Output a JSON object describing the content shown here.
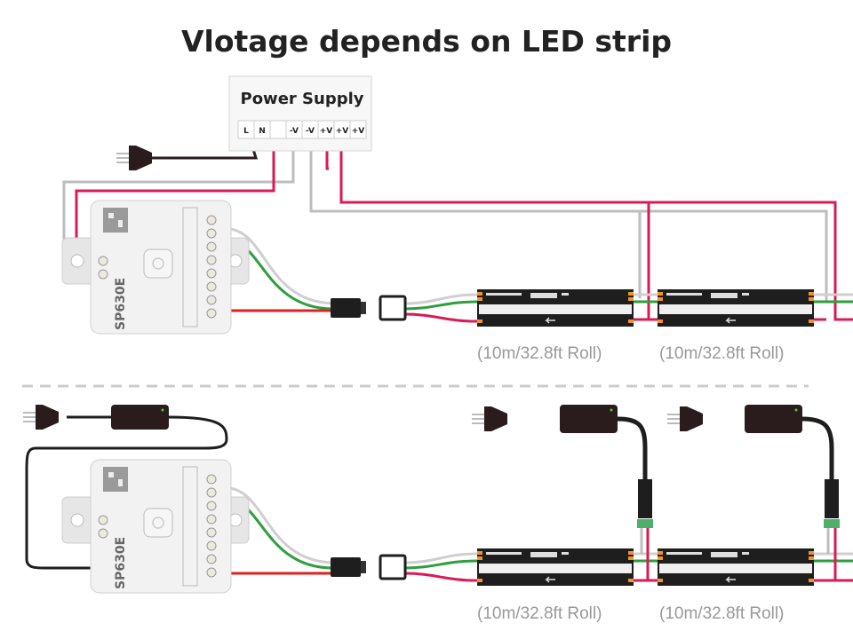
{
  "title": "Vlotage depends on LED strip",
  "power_supply": {
    "label": "Power Supply",
    "terminals": [
      "L",
      "N",
      "",
      "-V",
      "-V",
      "+V",
      "+V",
      "+V"
    ]
  },
  "controller": {
    "model": "SP630E"
  },
  "top_rolls": [
    "(10m/32.8ft Roll)",
    "(10m/32.8ft Roll)"
  ],
  "bottom_rolls": [
    "(10m/32.8ft Roll)",
    "(10m/32.8ft Roll)"
  ],
  "colors": {
    "positive_wire": "#d81b56",
    "negative_wire": "#bdbdbd",
    "data_wire": "#2e9e3e",
    "output_wire": "#e0201f",
    "strip": "#1e1e1e",
    "pad": "#f0932b"
  }
}
